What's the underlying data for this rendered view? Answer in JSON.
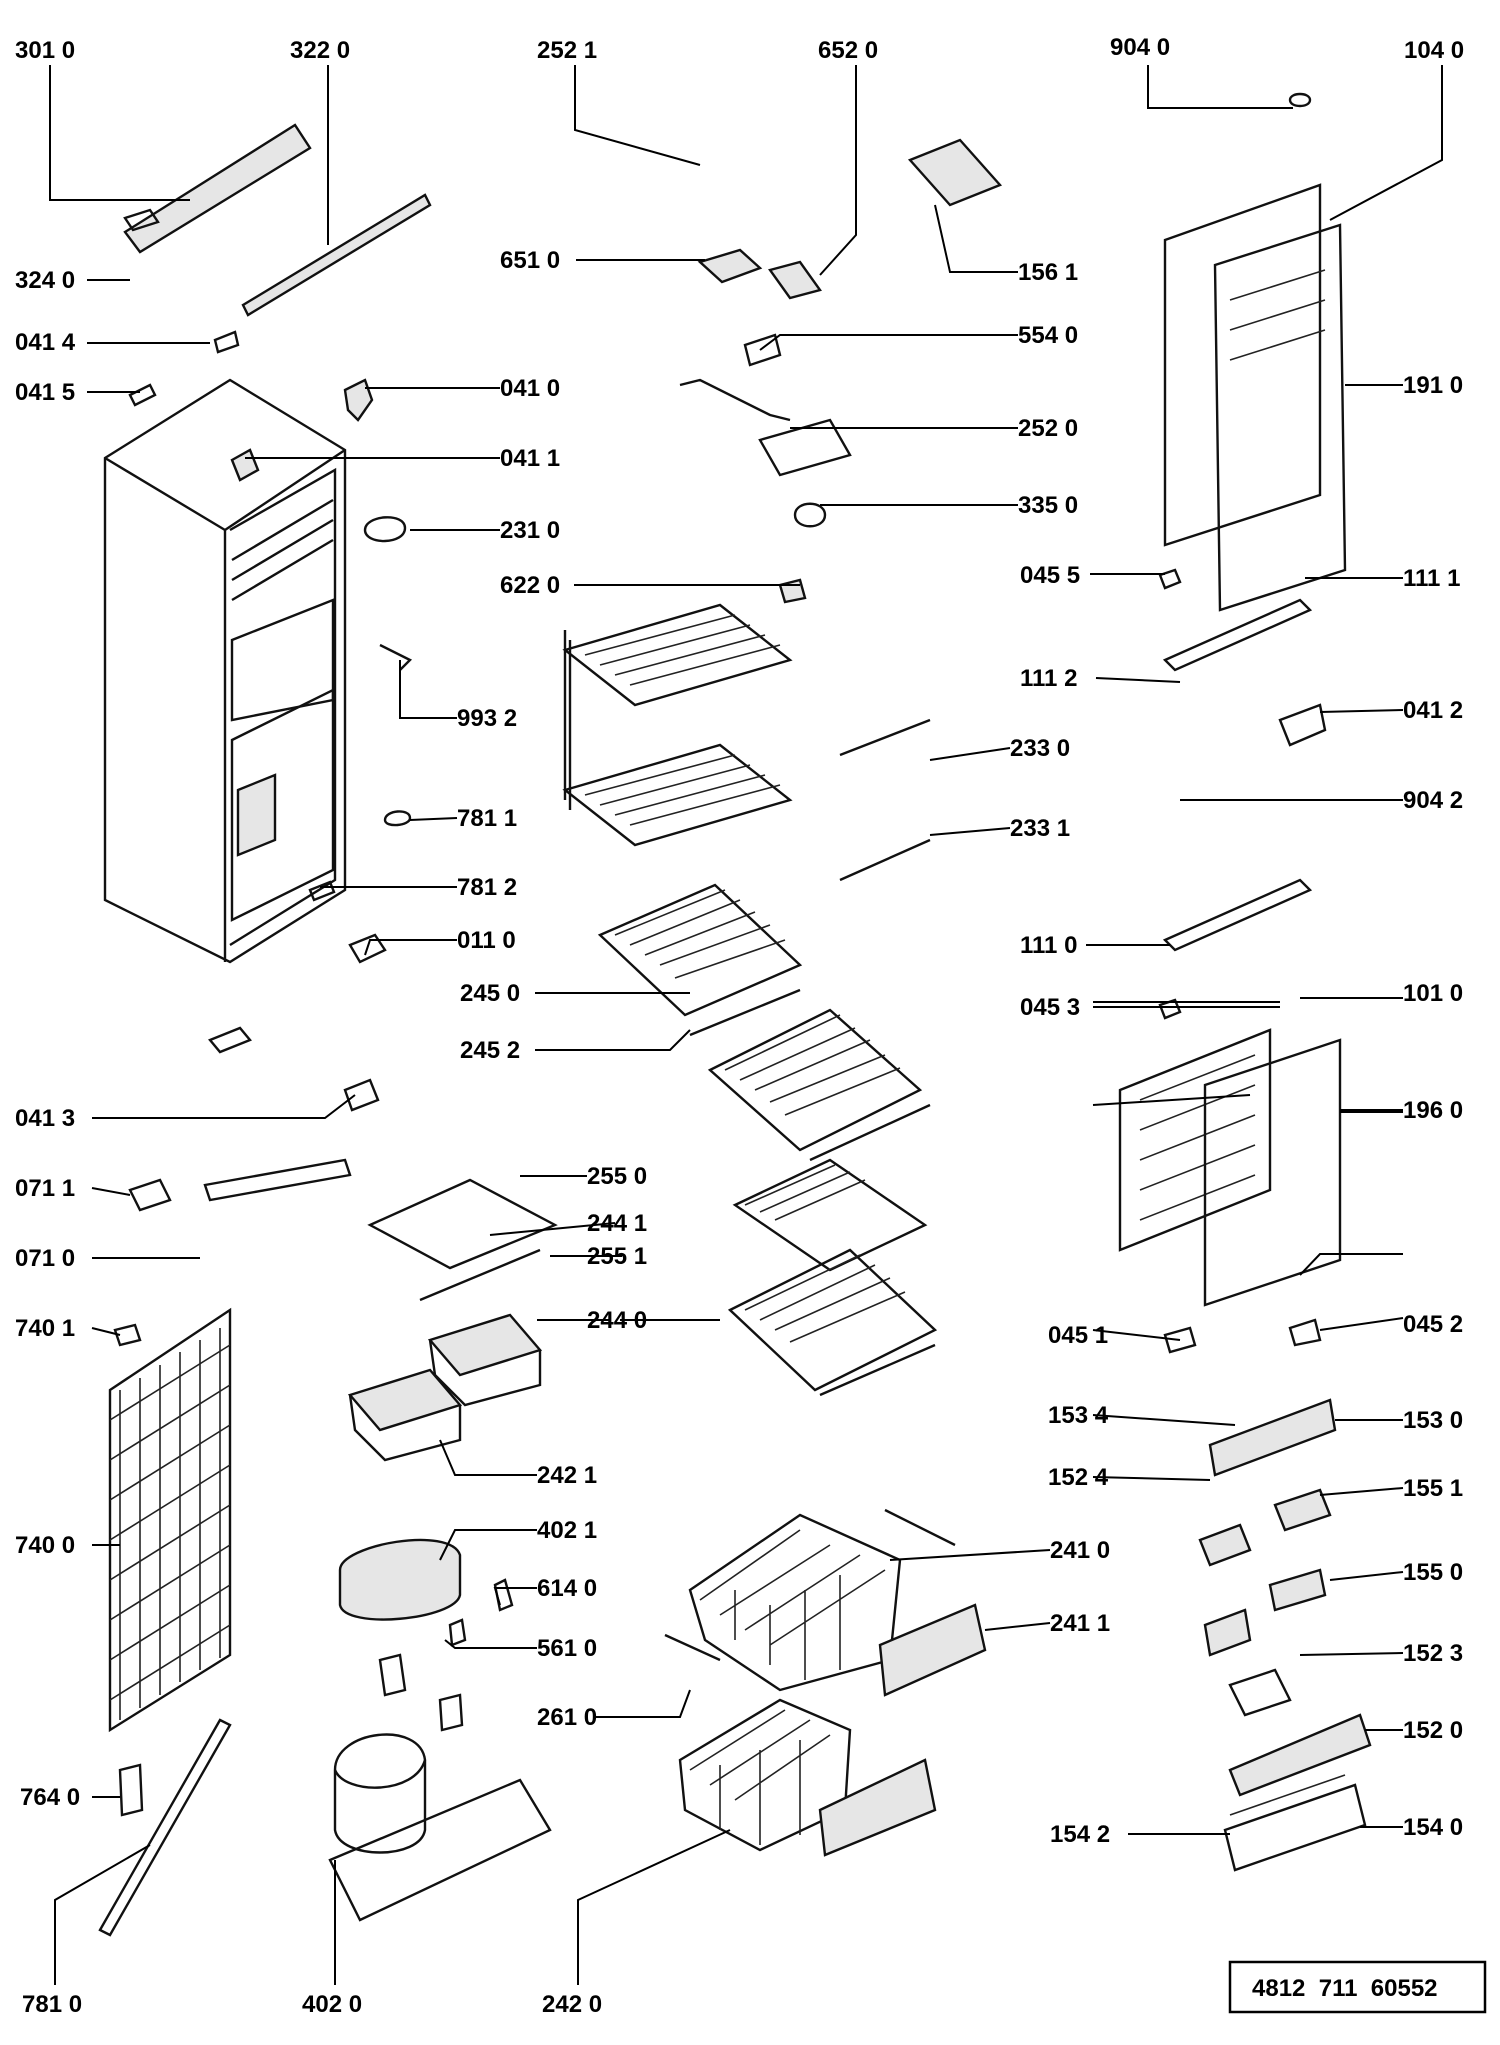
{
  "diagram": {
    "reference_number": "4812  711  60552",
    "labels": [
      {
        "id": "p3010",
        "text": "301 0"
      },
      {
        "id": "p3220",
        "text": "322 0"
      },
      {
        "id": "p2521",
        "text": "252 1"
      },
      {
        "id": "p6520",
        "text": "652 0"
      },
      {
        "id": "p9040",
        "text": "904 0"
      },
      {
        "id": "p1040",
        "text": "104 0"
      },
      {
        "id": "p3240",
        "text": "324 0"
      },
      {
        "id": "p0414",
        "text": "041 4"
      },
      {
        "id": "p0415",
        "text": "041 5"
      },
      {
        "id": "p0410",
        "text": "041 0"
      },
      {
        "id": "p0411",
        "text": "041 1"
      },
      {
        "id": "p2310",
        "text": "231 0"
      },
      {
        "id": "p6510",
        "text": "651 0"
      },
      {
        "id": "p1561",
        "text": "156 1"
      },
      {
        "id": "p5540",
        "text": "554 0"
      },
      {
        "id": "p1910",
        "text": "191 0"
      },
      {
        "id": "p2520",
        "text": "252 0"
      },
      {
        "id": "p3350",
        "text": "335 0"
      },
      {
        "id": "p6220",
        "text": "622 0"
      },
      {
        "id": "p0455",
        "text": "045 5"
      },
      {
        "id": "p1111",
        "text": "111 1"
      },
      {
        "id": "p1112",
        "text": "111 2"
      },
      {
        "id": "p9932",
        "text": "993 2"
      },
      {
        "id": "p0412",
        "text": "041 2"
      },
      {
        "id": "p2330",
        "text": "233 0"
      },
      {
        "id": "p9042",
        "text": "904 2"
      },
      {
        "id": "p7811",
        "text": "781 1"
      },
      {
        "id": "p2331",
        "text": "233 1"
      },
      {
        "id": "p7812",
        "text": "781 2"
      },
      {
        "id": "p0110",
        "text": "011 0"
      },
      {
        "id": "p1110",
        "text": "111 0"
      },
      {
        "id": "p2450",
        "text": "245 0"
      },
      {
        "id": "p0453",
        "text": "045 3"
      },
      {
        "id": "p1010",
        "text": "101 0"
      },
      {
        "id": "p2452",
        "text": "245 2"
      },
      {
        "id": "p0413",
        "text": "041 3"
      },
      {
        "id": "p1960",
        "text": "196 0"
      },
      {
        "id": "p0711",
        "text": "071 1"
      },
      {
        "id": "p2550",
        "text": "255 0"
      },
      {
        "id": "p2441",
        "text": "244 1"
      },
      {
        "id": "p0710",
        "text": "071 0"
      },
      {
        "id": "p2551",
        "text": "255 1"
      },
      {
        "id": "p7401",
        "text": "740 1"
      },
      {
        "id": "p2440",
        "text": "244 0"
      },
      {
        "id": "p0451",
        "text": "045 1"
      },
      {
        "id": "p0452",
        "text": "045 2"
      },
      {
        "id": "p1534",
        "text": "153 4"
      },
      {
        "id": "p1530",
        "text": "153 0"
      },
      {
        "id": "p2421",
        "text": "242 1"
      },
      {
        "id": "p1524",
        "text": "152 4"
      },
      {
        "id": "p1551",
        "text": "155 1"
      },
      {
        "id": "p4021",
        "text": "402 1"
      },
      {
        "id": "p7400",
        "text": "740 0"
      },
      {
        "id": "p2410",
        "text": "241 0"
      },
      {
        "id": "p6140",
        "text": "614 0"
      },
      {
        "id": "p1550",
        "text": "155 0"
      },
      {
        "id": "p2411",
        "text": "241 1"
      },
      {
        "id": "p5610",
        "text": "561 0"
      },
      {
        "id": "p1523",
        "text": "152 3"
      },
      {
        "id": "p2610",
        "text": "261 0"
      },
      {
        "id": "p1520",
        "text": "152 0"
      },
      {
        "id": "p7640",
        "text": "764 0"
      },
      {
        "id": "p1542",
        "text": "154 2"
      },
      {
        "id": "p1540",
        "text": "154 0"
      },
      {
        "id": "p7810",
        "text": "781 0"
      },
      {
        "id": "p4020",
        "text": "402 0"
      },
      {
        "id": "p2420",
        "text": "242 0"
      }
    ]
  }
}
